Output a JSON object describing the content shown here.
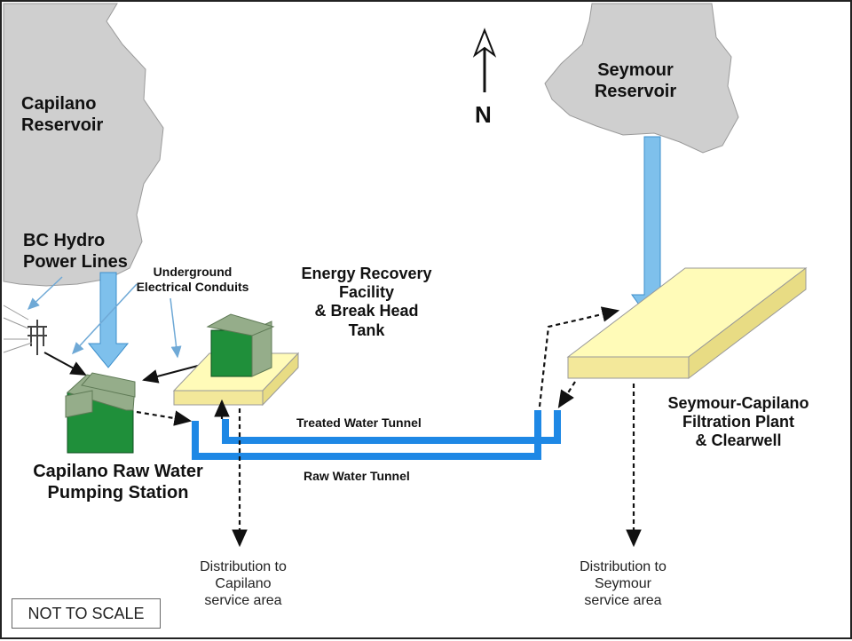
{
  "labels": {
    "capilano_reservoir": [
      "Capilano",
      "Reservoir"
    ],
    "seymour_reservoir": [
      "Seymour",
      "Reservoir"
    ],
    "north": "N",
    "bc_hydro": [
      "BC Hydro",
      "Power Lines"
    ],
    "underground_conduits": [
      "Underground",
      "Electrical Conduits"
    ],
    "energy_recovery": [
      "Energy Recovery",
      "Facility",
      "& Break Head",
      "Tank"
    ],
    "treated_water_tunnel": "Treated Water Tunnel",
    "raw_water_tunnel": "Raw Water Tunnel",
    "pumping_station": [
      "Capilano Raw Water",
      "Pumping Station"
    ],
    "filtration_plant": [
      "Seymour-Capilano",
      "Filtration Plant",
      "& Clearwell"
    ],
    "distribution_capilano": [
      "Distribution to",
      "Capilano",
      "service area"
    ],
    "distribution_seymour": [
      "Distribution to",
      "Seymour",
      "service area"
    ],
    "scale_note": "NOT TO SCALE"
  },
  "colors": {
    "reservoir": "#cfcfcf",
    "pipe": "#1e88e5",
    "flow_arrow": "#7ec0ec",
    "building": "#1f8f3a",
    "building_roof": "#95ad8a",
    "plant": "#fffbb8"
  }
}
